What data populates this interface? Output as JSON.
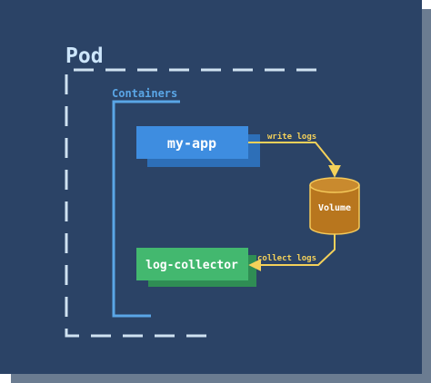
{
  "diagram": {
    "title": "Pod",
    "containers_label": "Containers",
    "nodes": {
      "app": {
        "label": "my-app"
      },
      "collector": {
        "label": "log-collector"
      },
      "volume": {
        "label": "Volume"
      }
    },
    "edges": {
      "write": {
        "label": "write logs"
      },
      "collect": {
        "label": "collect logs"
      }
    }
  },
  "colors": {
    "background": "#2b4366",
    "shadow": "#6b7c91",
    "dashed_border": "#cfe2f1",
    "title_text": "#cde6fb",
    "containers_accent": "#5aa6e6",
    "app_fill": "#3e8de0",
    "app_shadow": "#2d6fb8",
    "collector_fill": "#43b86f",
    "collector_shadow": "#2f8d54",
    "volume_fill": "#b8761e",
    "volume_top": "#c98a2e",
    "volume_outline": "#f4c95a",
    "arrow": "#f4d15a",
    "node_text": "#ffffff"
  }
}
